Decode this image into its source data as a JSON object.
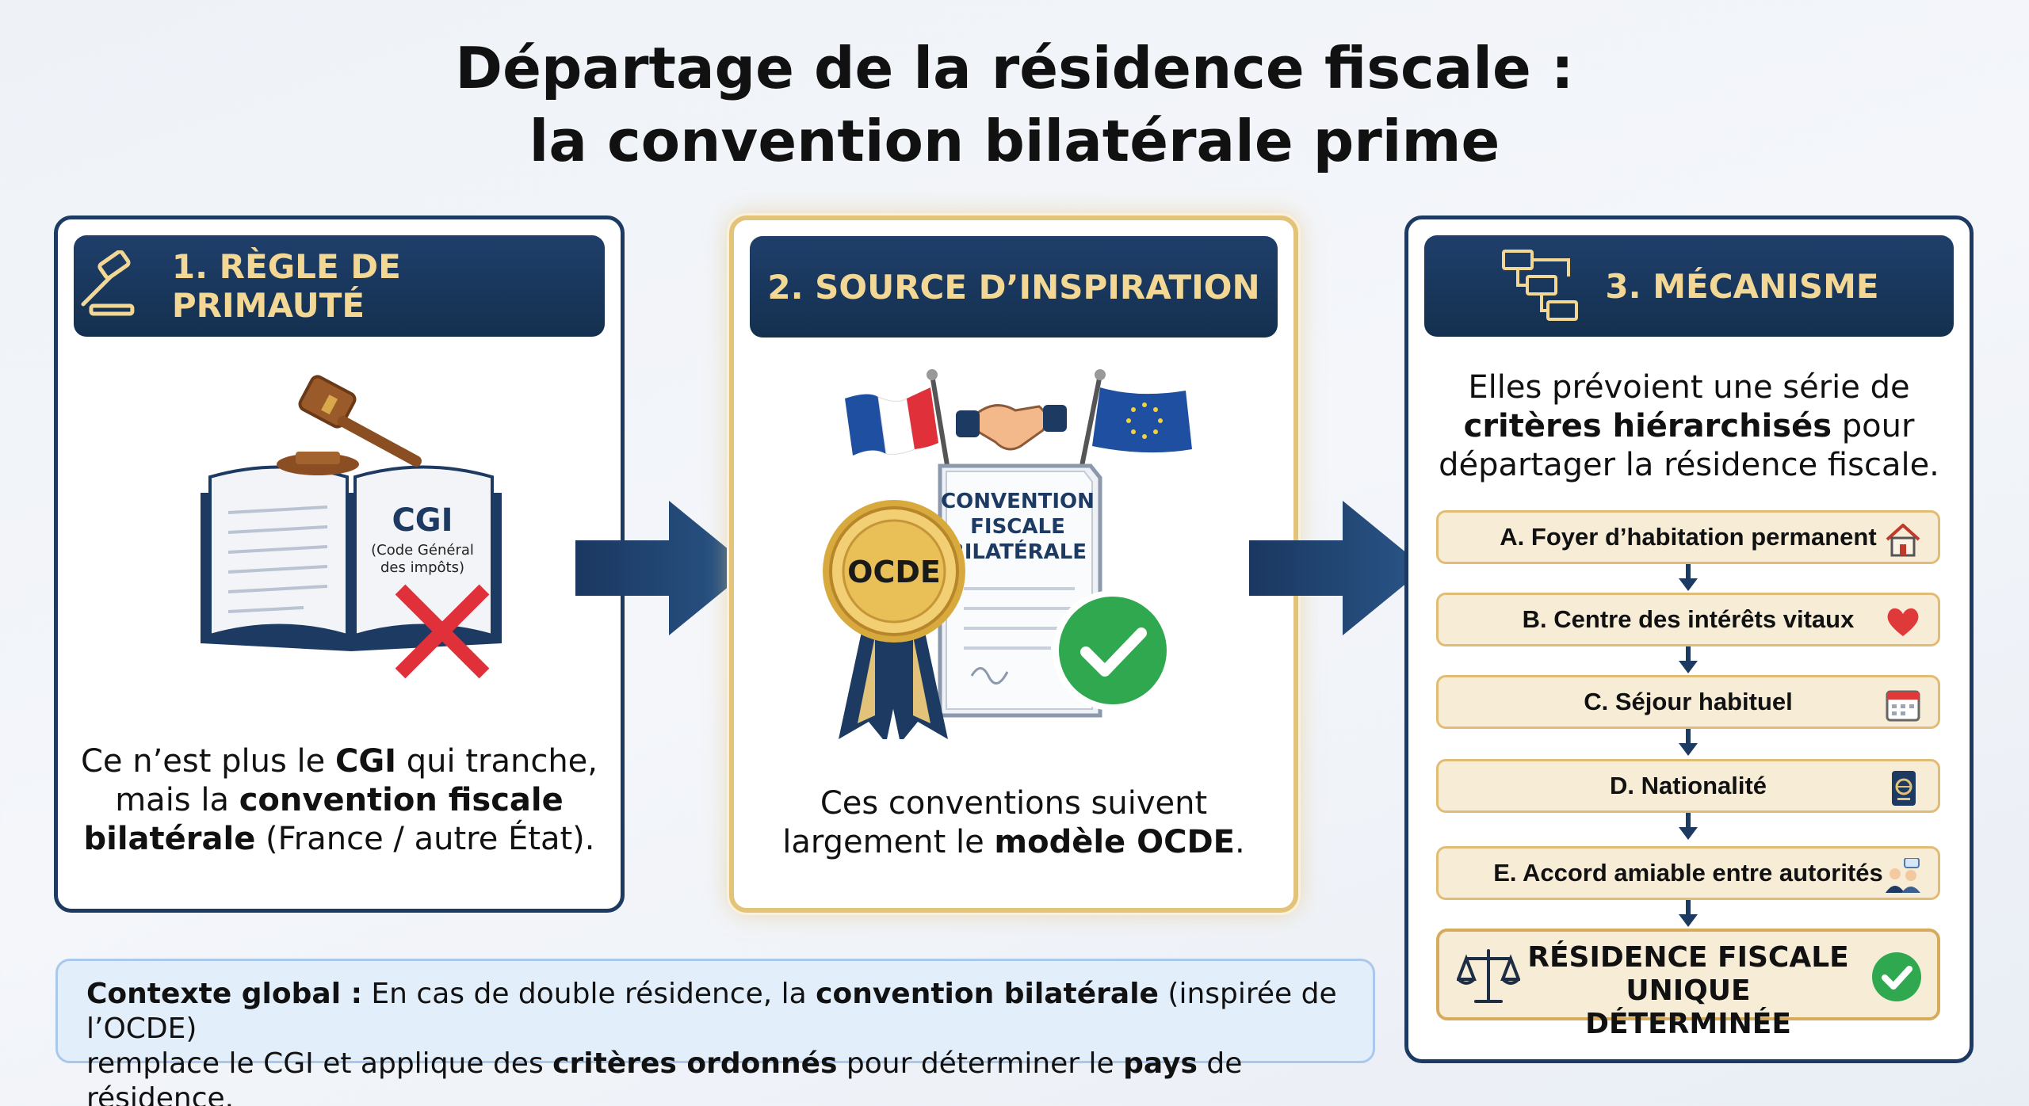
{
  "title": {
    "line1": "Départage de la résidence fiscale :",
    "line2": "la convention bilatérale prime"
  },
  "panel1": {
    "header": "1. RÈGLE DE PRIMAUTÉ",
    "book_title": "CGI",
    "book_subtitle_1": "(Code Général",
    "book_subtitle_2": "des impôts)",
    "text_1": "Ce n’est plus le ",
    "text_2": "CGI",
    "text_3": " qui tranche,",
    "text_4": "mais la ",
    "text_5": "convention fiscale",
    "text_6": "bilatérale",
    "text_7": " (France / autre État)."
  },
  "panel2": {
    "header": "2. SOURCE D’INSPIRATION",
    "doc_line1": "CONVENTION",
    "doc_line2": "FISCALE",
    "doc_line3": "BILATÉRALE",
    "seal_label": "OCDE",
    "text_1": "Ces conventions suivent",
    "text_2": "largement le ",
    "text_3": "modèle OCDE",
    "text_4": "."
  },
  "panel3": {
    "header": "3. MÉCANISME",
    "text_1": "Elles prévoient une série de",
    "text_2": "critères hiérarchisés",
    "text_3": " pour",
    "text_4": "départager la résidence fiscale.",
    "criteria": [
      {
        "label": "A. Foyer d’habitation permanent",
        "icon": "house-icon"
      },
      {
        "label": "B. Centre des intérêts vitaux",
        "icon": "heart-icon"
      },
      {
        "label": "C. Séjour habituel",
        "icon": "calendar-icon"
      },
      {
        "label": "D. Nationalité",
        "icon": "passport-icon"
      },
      {
        "label": "E. Accord amiable entre autorités",
        "icon": "officials-icon"
      }
    ],
    "final_line1": "RÉSIDENCE FISCALE",
    "final_line2": "UNIQUE DÉTERMINÉE"
  },
  "context": {
    "p1": "Contexte global :",
    "p2": " En cas de double résidence, la ",
    "p3": "convention bilatérale",
    "p4": " (inspirée de l’OCDE)",
    "p5": "remplace le CGI et applique des ",
    "p6": "critères ordonnés",
    "p7": " pour déterminer le ",
    "p8": "pays",
    "p9": " de résidence."
  },
  "colors": {
    "navy": "#1d3a63",
    "gold": "#e3c27a",
    "header_text": "#f2d894",
    "criteria_fill": "#f7ecd6",
    "check_green": "#2fa84f",
    "cross_red": "#e0313a"
  }
}
